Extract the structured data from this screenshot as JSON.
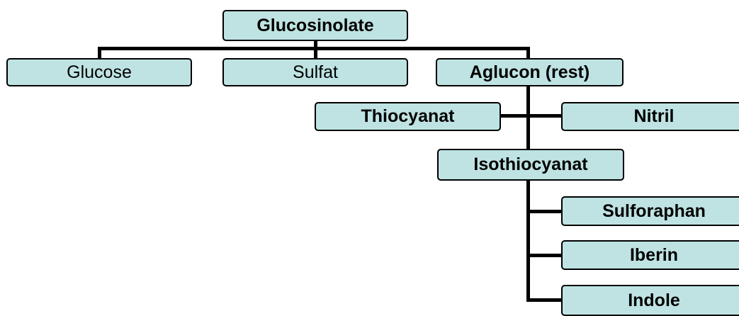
{
  "colors": {
    "node_fill": "#bfe3e3",
    "line": "#000000",
    "border": "#000000"
  },
  "nodes": {
    "glucosinolate": "Glucosinolate",
    "glucose": "Glucose",
    "sulfat": "Sulfat",
    "aglucon": "Aglucon (rest)",
    "thiocyanat": "Thiocyanat",
    "nitril": "Nitril",
    "isothiocyanat": "Isothiocyanat",
    "sulforaphan": "Sulforaphan",
    "iberin": "Iberin",
    "indole": "Indole"
  }
}
